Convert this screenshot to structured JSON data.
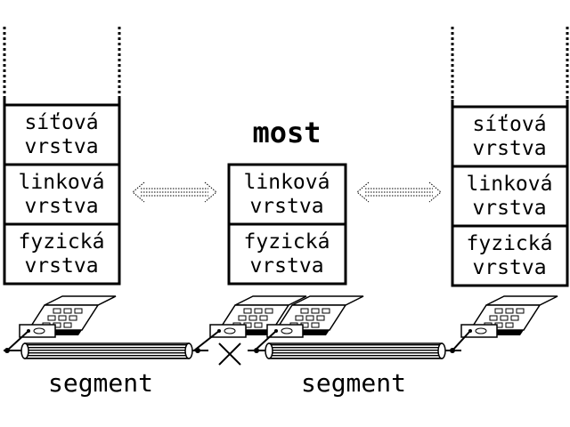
{
  "left_stack": {
    "network_layer": [
      "síťová",
      "vrstva"
    ],
    "link_layer": [
      "linková",
      "vrstva"
    ],
    "physical_layer": [
      "fyzická",
      "vrstva"
    ]
  },
  "bridge": {
    "title": "most",
    "link_layer": [
      "linková",
      "vrstva"
    ],
    "physical_layer": [
      "fyzická",
      "vrstva"
    ]
  },
  "right_stack": {
    "network_layer": [
      "síťová",
      "vrstva"
    ],
    "link_layer": [
      "linková",
      "vrstva"
    ],
    "physical_layer": [
      "fyzická",
      "vrstva"
    ]
  },
  "segments": {
    "left_label": "segment",
    "right_label": "segment"
  },
  "colors": {
    "ink": "#000000",
    "background": "#ffffff"
  }
}
